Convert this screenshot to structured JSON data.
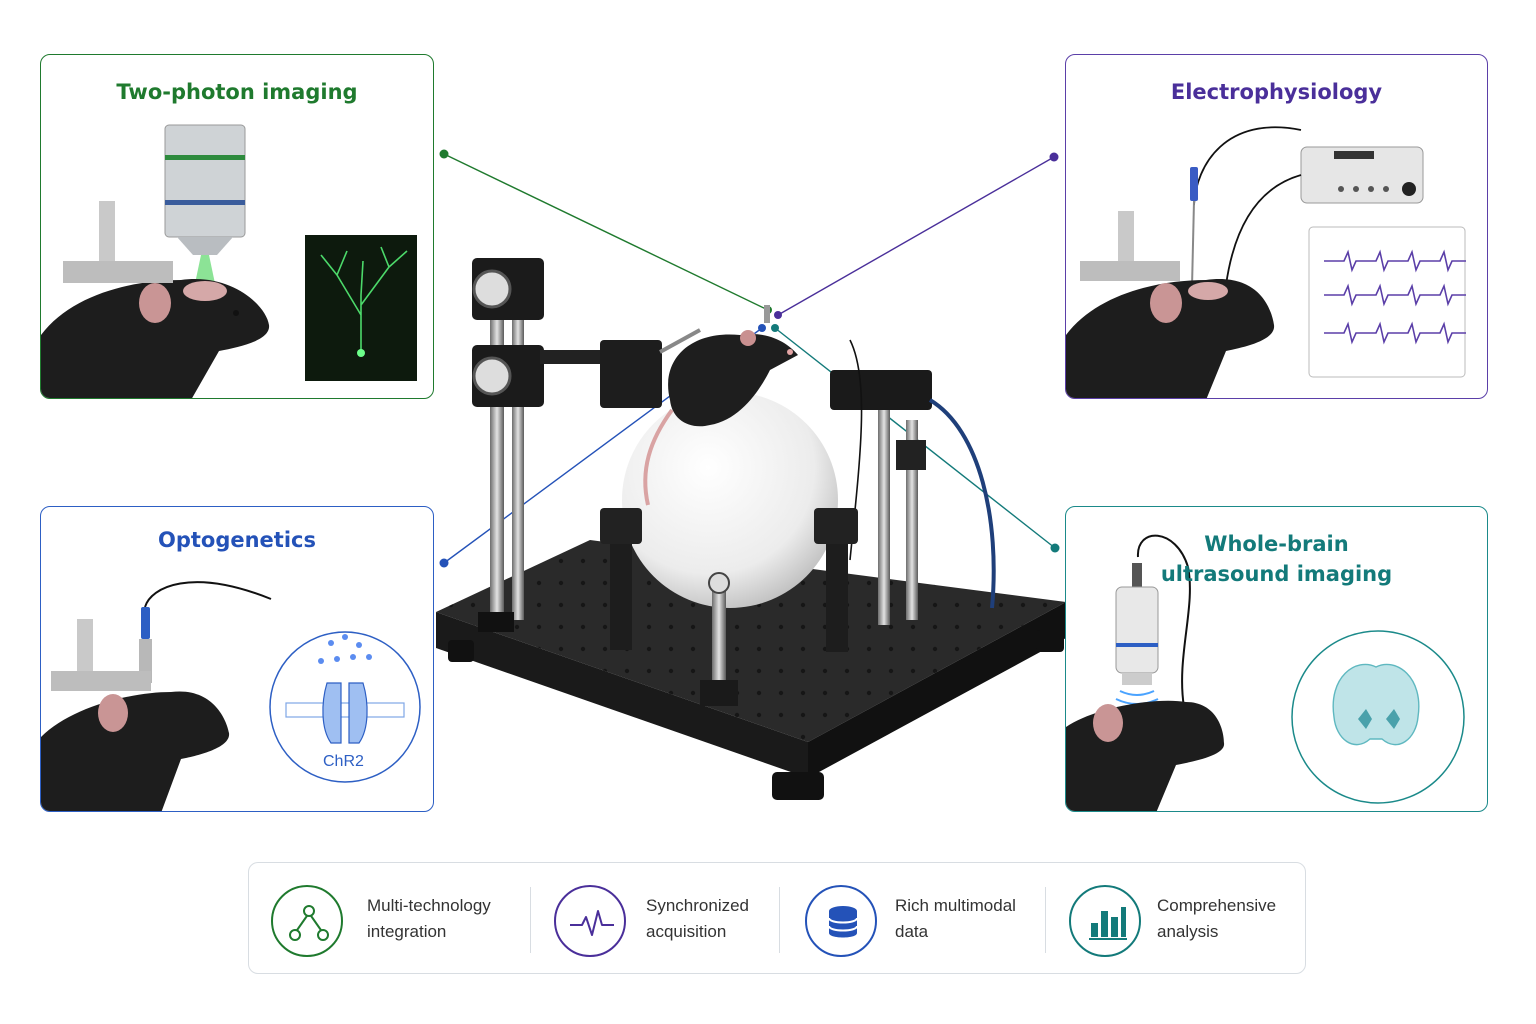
{
  "panels": {
    "two_photon": {
      "title": "Two-photon imaging",
      "color": "#1f7a2e"
    },
    "electrophysiology": {
      "title": "Electrophysiology",
      "color": "#4a2f9a"
    },
    "optogenetics": {
      "title": "Optogenetics",
      "color": "#2452b8",
      "channel_label": "ChR2"
    },
    "ultrasound": {
      "title_line1": "Whole-brain",
      "title_line2": "ultrasound imaging",
      "color": "#137a7a"
    }
  },
  "features": [
    {
      "line1": "Multi-technology",
      "line2": "integration",
      "icon": "network-nodes-icon",
      "color": "#1f7a2e"
    },
    {
      "line1": "Synchronized",
      "line2": "acquisition",
      "icon": "waveform-pulse-icon",
      "color": "#4a2f9a"
    },
    {
      "line1": "Rich multimodal",
      "line2": "data",
      "icon": "database-icon",
      "color": "#2452b8"
    },
    {
      "line1": "Comprehensive",
      "line2": "analysis",
      "icon": "bar-chart-icon",
      "color": "#137a7a"
    }
  ]
}
